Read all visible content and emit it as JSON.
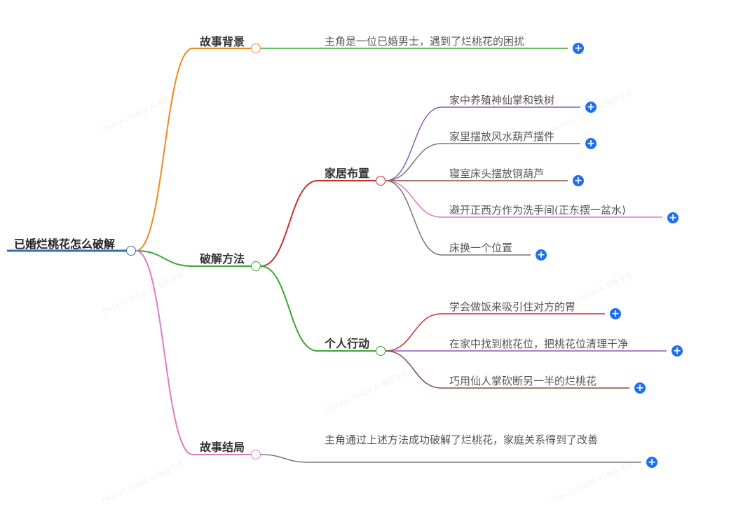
{
  "root": {
    "label": "已婚烂桃花怎么破解",
    "color": "#2f6fb5"
  },
  "branches": [
    {
      "key": "background",
      "label": "故事背景",
      "color": "#f0891f",
      "leaves": [
        {
          "text": "主角是一位已婚男士，遇到了烂桃花的困扰",
          "color": "#3aa635"
        }
      ]
    },
    {
      "key": "methods",
      "label": "破解方法",
      "color": "#3aa635",
      "groups": [
        {
          "key": "home",
          "label": "家居布置",
          "color": "#c9302c",
          "leaves": [
            {
              "text": "家中养殖神仙掌和铁树",
              "color": "#8e59b8"
            },
            {
              "text": "家里摆放风水葫芦摆件",
              "color": "#777777"
            },
            {
              "text": "寝室床头摆放铜葫芦",
              "color": "#8a4b3c"
            },
            {
              "text": "避开正西方作为洗手间(正东摆一盆水)",
              "color": "#e07ac6"
            },
            {
              "text": "床换一个位置",
              "color": "#777777"
            }
          ]
        },
        {
          "key": "personal",
          "label": "个人行动",
          "color": "#3aa635",
          "leaves": [
            {
              "text": "学会做饭来吸引住对方的胃",
              "color": "#c9302c"
            },
            {
              "text": "在家中找到桃花位，把桃花位清理干净",
              "color": "#8e59b8"
            },
            {
              "text": "巧用仙人掌砍断另一半的烂桃花",
              "color": "#8a4b3c"
            }
          ]
        }
      ]
    },
    {
      "key": "ending",
      "label": "故事结局",
      "color": "#e07ac6",
      "leaves": [
        {
          "text": "主角通过上述方法成功破解了烂桃花，家庭关系得到了改善",
          "color": "#777777"
        }
      ]
    }
  ],
  "icons": {
    "toggle": "collapse-circle-icon",
    "expand": "plus-circle-icon",
    "expand_glyph": "+"
  },
  "watermark": {
    "text": "0684a1 内容由 AI 智能生成"
  }
}
